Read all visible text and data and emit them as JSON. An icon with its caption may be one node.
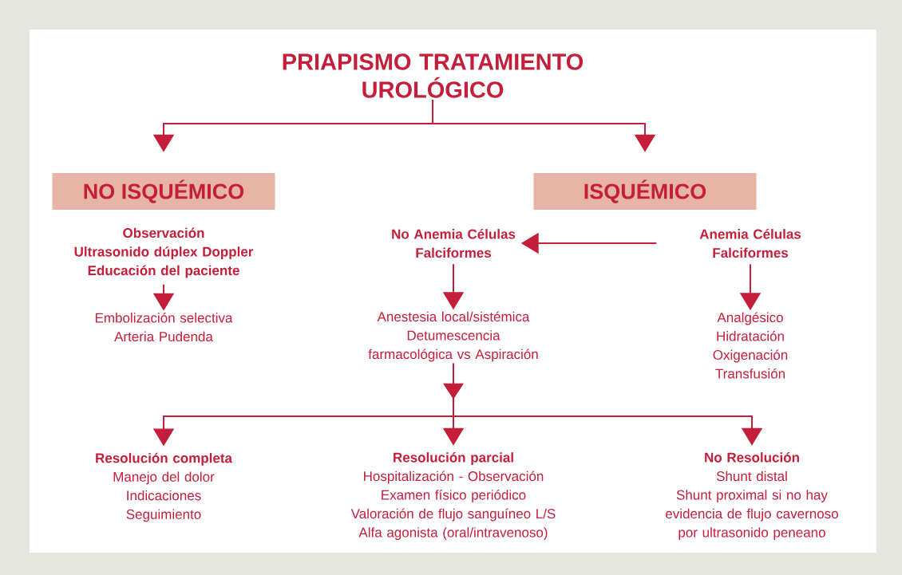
{
  "diagram": {
    "nodes": [
      {
        "text": [
          "PRIAPISMO TRATAMIENTO UROLÓGICO"
        ]
      },
      {
        "text": [
          "NO ISQUÉMICO"
        ]
      },
      {
        "text": [
          "ISQUÉMICO"
        ]
      },
      {
        "text": [
          "Observación",
          "Ultrasonido dúplex Doppler",
          "Educación del paciente"
        ]
      },
      {
        "text": [
          "Embolización selectiva Arteria Pudenda"
        ]
      },
      {
        "text": [
          "No Anemia Células Falciformes"
        ]
      },
      {
        "text": [
          "Anemia Células Falciformes"
        ]
      },
      {
        "text": [
          "Anestesia local/sistémica",
          "Detumescencia farmacológica vs Aspiración"
        ]
      },
      {
        "text": [
          "Analgésico",
          "Hidratación",
          "Oxigenación",
          "Transfusión"
        ]
      },
      {
        "text": [
          "Resolución completa",
          "Manejo del dolor",
          "Indicaciones",
          "Seguimiento"
        ]
      },
      {
        "text": [
          "Resolución parcial",
          "Hospitalización - Observación",
          "Examen físico periódico",
          "Valoración de flujo sanguíneo L/S",
          "Alfa agonista (oral/intravenoso)"
        ]
      },
      {
        "text": [
          "No Resolución",
          "Shunt distal",
          "Shunt proximal si no hay evidencia de flujo cavernoso por ultrasonido peneano"
        ]
      }
    ],
    "edges": [
      {
        "from": 0,
        "to": 1,
        "arrow": "to"
      },
      {
        "from": 0,
        "to": 2,
        "arrow": "to"
      },
      {
        "from": 3,
        "to": 4,
        "arrow": "to"
      },
      {
        "from": 6,
        "to": 5,
        "arrow": "to"
      },
      {
        "from": 5,
        "to": 7,
        "arrow": "to"
      },
      {
        "from": 6,
        "to": 8,
        "arrow": "to"
      },
      {
        "from": 7,
        "to": 9,
        "arrow": "to"
      },
      {
        "from": 7,
        "to": 10,
        "arrow": "to"
      },
      {
        "from": 7,
        "to": 11,
        "arrow": "to"
      }
    ]
  }
}
